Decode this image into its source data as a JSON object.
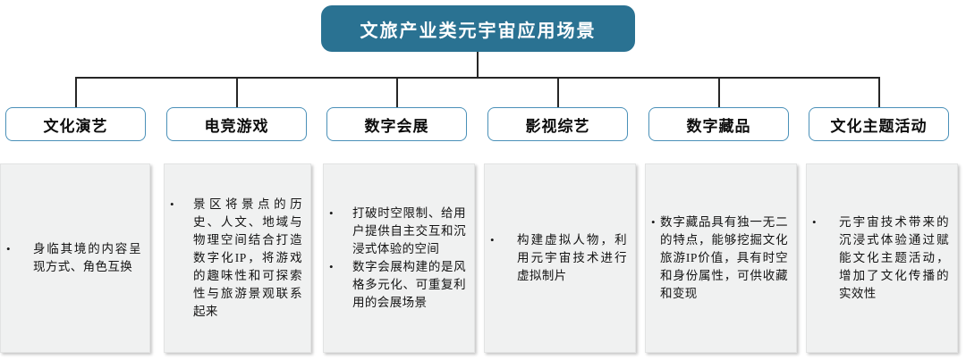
{
  "diagram": {
    "root": {
      "title": "文旅产业类元宇宙应用场景",
      "fill_color": "#2A7292",
      "text_color": "#FFFFFF"
    },
    "connector_color": "#262626",
    "branch_border_color": "#4A90B8",
    "content_fill_color": "#F0F1F1",
    "bullet_glyph": "•",
    "branches": [
      {
        "header": "文化演艺",
        "bullets": [
          "身临其境的内容呈现方式、角色互换"
        ]
      },
      {
        "header": "电竞游戏",
        "bullets": [
          "景区将景点的历史、人文、地域与物理空间结合打造数字化IP，将游戏的趣味性和可探索性与旅游景观联系起来"
        ]
      },
      {
        "header": "数字会展",
        "bullets": [
          "打破时空限制、给用户提供自主交互和沉浸式体验的空间",
          "数字会展构建的是风格多元化、可重复利用的会展场景"
        ]
      },
      {
        "header": "影视综艺",
        "bullets": [
          "构建虚拟人物，利用元宇宙技术进行虚拟制片"
        ]
      },
      {
        "header": "数字藏品",
        "bullets": [
          "数字藏品具有独一无二的特点，能够挖掘文化旅游IP价值，具有时空和身份属性，可供收藏和变现"
        ]
      },
      {
        "header": "文化主题活动",
        "bullets": [
          "元宇宙技术带来的沉浸式体验通过赋能文化主题活动，增加了文化传播的实效性"
        ]
      }
    ]
  }
}
